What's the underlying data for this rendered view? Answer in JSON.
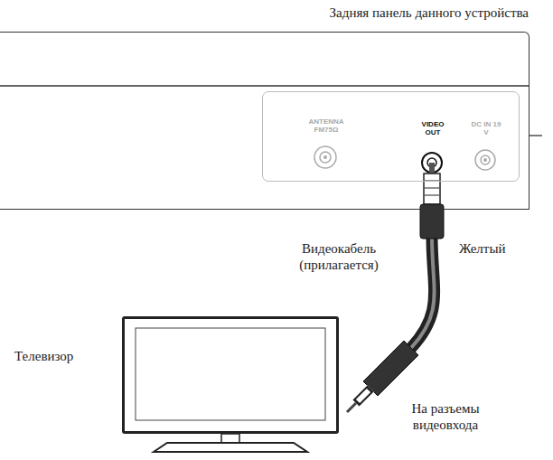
{
  "diagram": {
    "nodes": [
      {
        "text": [
          "Задняя панель данного устройства"
        ]
      },
      {
        "text": [
          "ANTENNA FM75Ω",
          "VIDEO OUT",
          "DC IN 19 V"
        ],
        "in": 0
      },
      {
        "text": [
          "Телевизор"
        ]
      }
    ],
    "labels": [
      "Видеокабель (прилагается)",
      "Желтый",
      "На разъемы видеовхода"
    ]
  }
}
